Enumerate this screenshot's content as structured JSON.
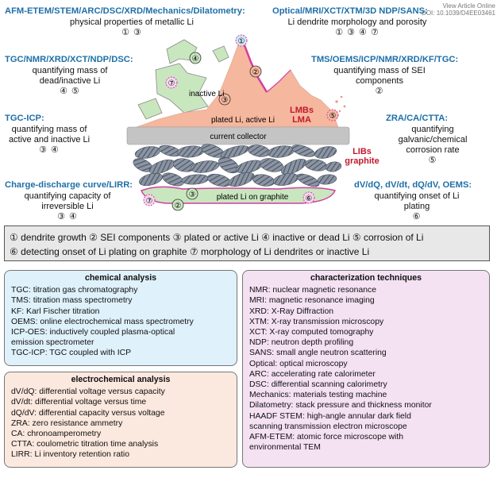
{
  "view_article": "View Article Online",
  "doi": "DOI: 10.1039/D4EE03461",
  "annotations": [
    {
      "id": "tl1",
      "title": "AFM-ETEM/STEM/ARC/DSC/XRD/Mechanics/Dilatometry:",
      "desc": "physical properties of metallic Li",
      "nums": "① ③"
    },
    {
      "id": "tr1",
      "title": "Optical/MRI/XCT/XTM/3D NDP/SANS:",
      "desc": "Li dendrite morphology and porosity",
      "nums": "① ③ ④ ⑦"
    },
    {
      "id": "tl2",
      "title": "TGC/NMR/XRD/XCT/NDP/DSC:",
      "desc": "quantifying mass of dead/inactive Li",
      "nums": "④ ⑤"
    },
    {
      "id": "tr2",
      "title": "TMS/OEMS/ICP/NMR/XRD/KF/TGC:",
      "desc": "quantifying mass of SEI components",
      "nums": "②"
    },
    {
      "id": "tl3",
      "title": "TGC-ICP:",
      "desc": "quantifying mass of active and inactive Li",
      "nums": "③ ④"
    },
    {
      "id": "tr3",
      "title": "ZRA/CA/CTTA:",
      "desc": "quantifying galvanic/chemical corrosion rate",
      "nums": "⑤"
    },
    {
      "id": "tl4",
      "title": "Charge-discharge curve/LIRR:",
      "desc": "quantifying capacity of irreversible Li",
      "nums": "③ ④"
    },
    {
      "id": "tr4",
      "title": "dV/dQ, dV/dt, dQ/dV, OEMS:",
      "desc": "quantifying onset of Li plating",
      "nums": "⑥"
    }
  ],
  "diagram": {
    "inactive_li": "inactive Li",
    "plated_active": "plated Li, active Li",
    "current_collector": "current collector",
    "plated_graphite": "plated Li on graphite",
    "lmbs": "LMBs",
    "lma": "LMA",
    "libs": "LIBs",
    "graphite": "graphite",
    "m1": "①",
    "m2": "②",
    "m3": "③",
    "m4": "④",
    "m5": "⑤",
    "m6": "⑥",
    "m7": "⑦"
  },
  "legend": {
    "row1": "① dendrite growth   ② SEI components   ③ plated or active Li   ④ inactive or dead Li   ⑤ corrosion of Li",
    "row2": "⑥ detecting onset of Li plating on graphite   ⑦ morphology of Li dendrites or inactive Li"
  },
  "chemical": {
    "title": "chemical analysis",
    "items": [
      "TGC: titration gas chromatography",
      "TMS: titration mass spectrometry",
      "KF: Karl Fischer titration",
      "OEMS: online electrochemical mass spectrometry",
      "ICP-OES: inductively coupled plasma-optical",
      "emission spectrometer",
      "TGC-ICP: TGC coupled with ICP"
    ]
  },
  "electrochemical": {
    "title": "electrochemical analysis",
    "items": [
      "dV/dQ: differential voltage versus capacity",
      "dV/dt: differential voltage versus time",
      "dQ/dV: differential capacity versus voltage",
      "ZRA: zero resistance ammetry",
      "CA: chronoamperometry",
      "CTTA: coulometric titration time analysis",
      "LIRR: Li inventory retention ratio"
    ]
  },
  "characterization": {
    "title": "characterization techniques",
    "items": [
      "NMR: nuclear magnetic resonance",
      "MRI: magnetic resonance imaging",
      "XRD: X-Ray Diffraction",
      "XTM: X-ray transmission microscopy",
      "XCT: X-ray computed tomography",
      "NDP: neutron depth profiling",
      "SANS: small angle neutron scattering",
      "Optical: optical microscopy",
      "ARC: accelerating rate calorimeter",
      "DSC: differential scanning calorimetry",
      "Mechanics: materials testing machine",
      "Dilatometry: stack pressure and thickness monitor",
      "HAADF STEM: high-angle annular dark field",
      "scanning transmission electron microscope",
      "AFM-ETEM: atomic force microscope with",
      "environmental TEM"
    ]
  },
  "colors": {
    "header_blue": "#1f6fa8",
    "li_pink": "#f5b79e",
    "dendrite_magenta": "#d23fa0",
    "inactive_green": "#c9e7bf",
    "graphite_gray": "#6f7a8a",
    "collector_gray": "#c4c4c4",
    "red_label": "#c0182c",
    "chem_bg": "#dff1fb",
    "electro_bg": "#fbe8de",
    "char_bg": "#f4e1f2"
  }
}
